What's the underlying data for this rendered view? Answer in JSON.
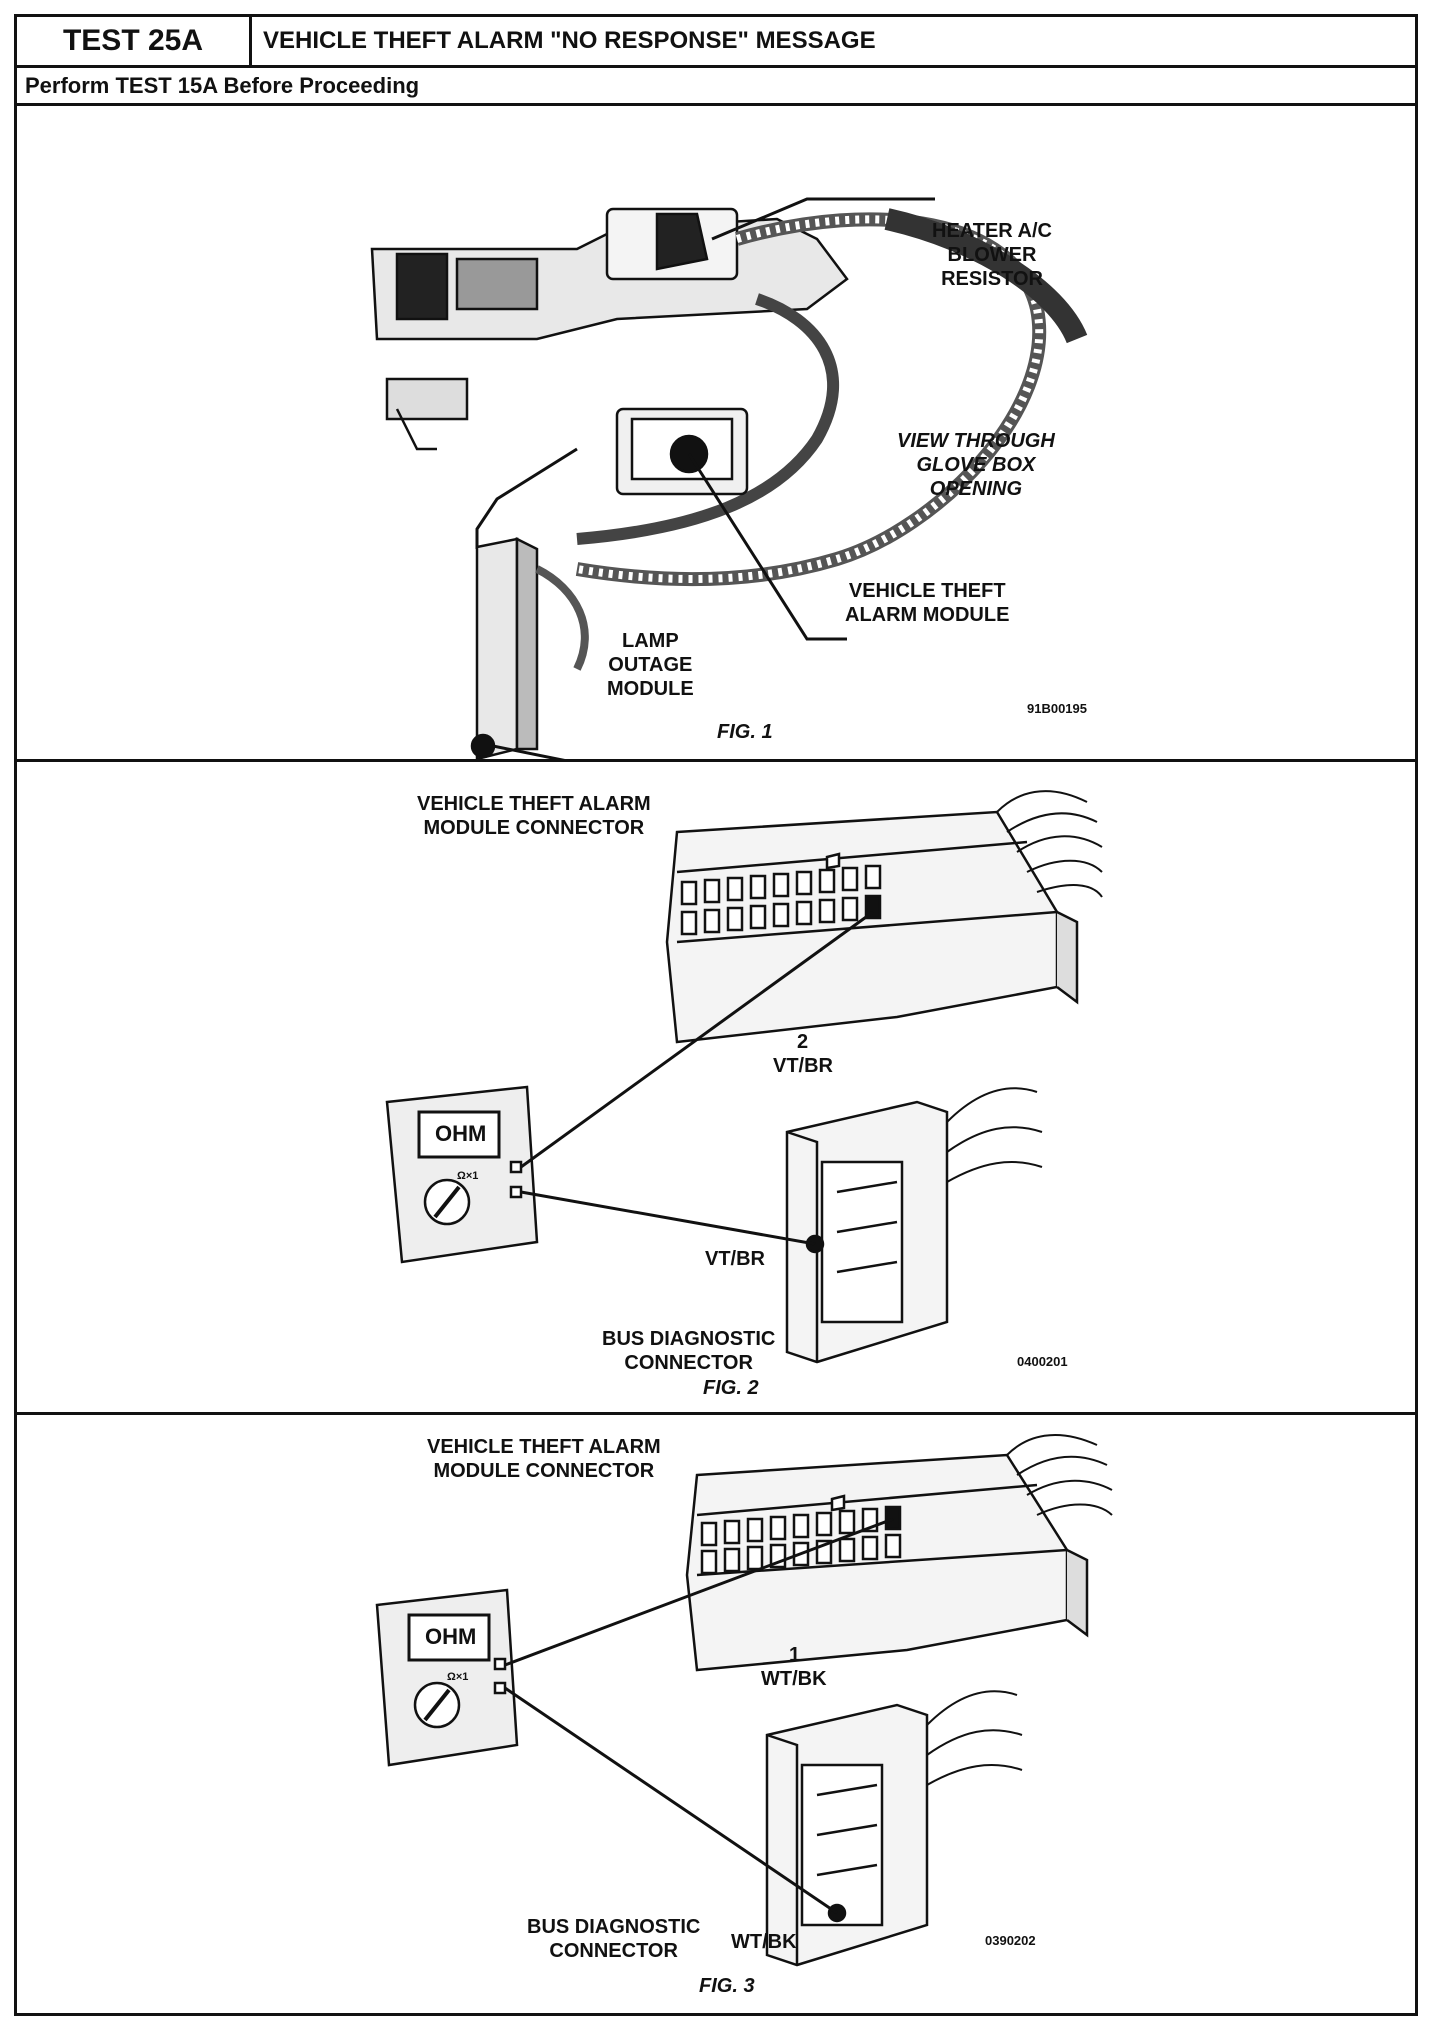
{
  "header": {
    "test_id": "TEST 25A",
    "title": "VEHICLE THEFT ALARM \"NO RESPONSE\" MESSAGE"
  },
  "prerequisite": "Perform TEST 15A Before Proceeding",
  "fig1": {
    "label_blower": "HEATER A/C\nBLOWER\nRESISTOR",
    "label_view": "VIEW THROUGH\nGLOVE BOX\nOPENING",
    "label_vta_module": "VEHICLE THEFT\nALARM MODULE",
    "label_lamp": "LAMP\nOUTAGE\nMODULE",
    "code": "91B00195",
    "caption": "FIG. 1"
  },
  "fig2": {
    "label_connector": "VEHICLE THEFT ALARM\nMODULE CONNECTOR",
    "pin_number": "2",
    "pin_wire": "VT/BR",
    "meter_display": "OHM",
    "meter_range": "Ω×1",
    "bus_wire": "VT/BR",
    "label_bus": "BUS DIAGNOSTIC\nCONNECTOR",
    "code": "0400201",
    "caption": "FIG. 2"
  },
  "fig3": {
    "label_connector": "VEHICLE THEFT ALARM\nMODULE CONNECTOR",
    "pin_number": "1",
    "pin_wire": "WT/BK",
    "meter_display": "OHM",
    "meter_range": "Ω×1",
    "bus_wire": "WT/BK",
    "label_bus": "BUS DIAGNOSTIC\nCONNECTOR",
    "code": "0390202",
    "caption": "FIG. 3"
  }
}
